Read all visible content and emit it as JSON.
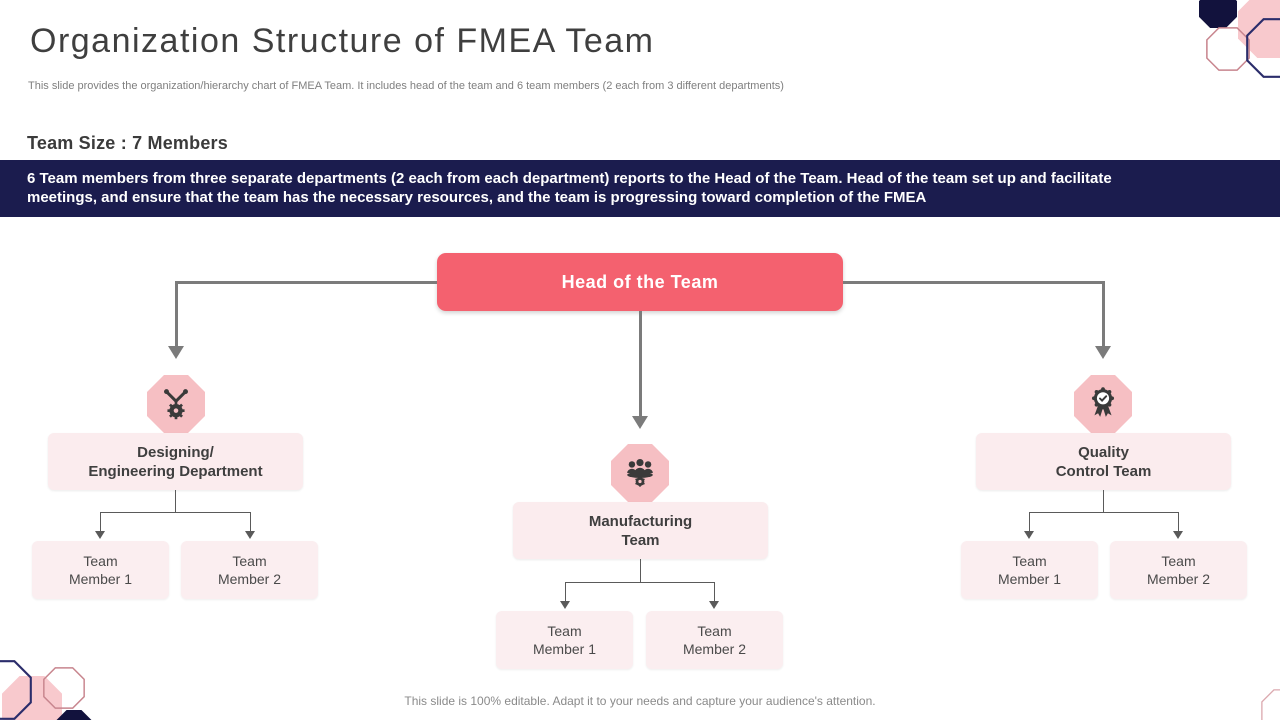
{
  "slide": {
    "title": "Organization Structure of FMEA Team",
    "subtitle": "This slide provides the organization/hierarchy chart of FMEA Team. It includes head of the team and 6 team members (2 each from 3 different departments)",
    "team_size_heading": "Team Size : 7 Members",
    "banner": {
      "line1": "6 Team members from three separate departments (2 each from each department) reports to the Head of the Team. Head of the team set up and facilitate",
      "line2": "meetings, and ensure that the team has the necessary resources, and the team is progressing toward completion of the FMEA"
    },
    "footer": "This slide is 100% editable. Adapt it to your needs and capture your audience's attention."
  },
  "org_chart": {
    "root_label": "Head of the Team",
    "branches": [
      {
        "name": "designing-engineering",
        "icon": "gear-tools-icon",
        "label_line1": "Designing/",
        "label_line2": "Engineering Department",
        "members": [
          {
            "line1": "Team",
            "line2": "Member 1"
          },
          {
            "line1": "Team",
            "line2": "Member 2"
          }
        ]
      },
      {
        "name": "manufacturing",
        "icon": "meeting-people-icon",
        "label_line1": "Manufacturing",
        "label_line2": "Team",
        "members": [
          {
            "line1": "Team",
            "line2": "Member 1"
          },
          {
            "line1": "Team",
            "line2": "Member 2"
          }
        ]
      },
      {
        "name": "quality-control",
        "icon": "award-medal-icon",
        "label_line1": "Quality",
        "label_line2": "Control Team",
        "members": [
          {
            "line1": "Team",
            "line2": "Member 1"
          },
          {
            "line1": "Team",
            "line2": "Member 2"
          }
        ]
      }
    ]
  },
  "colors": {
    "accent_coral": "#f4616f",
    "banner_navy": "#1b1c4e",
    "octagon_pink": "#f6bfc3",
    "light_pink_box": "#fbecee",
    "connector_gray": "#7b7b7b"
  }
}
